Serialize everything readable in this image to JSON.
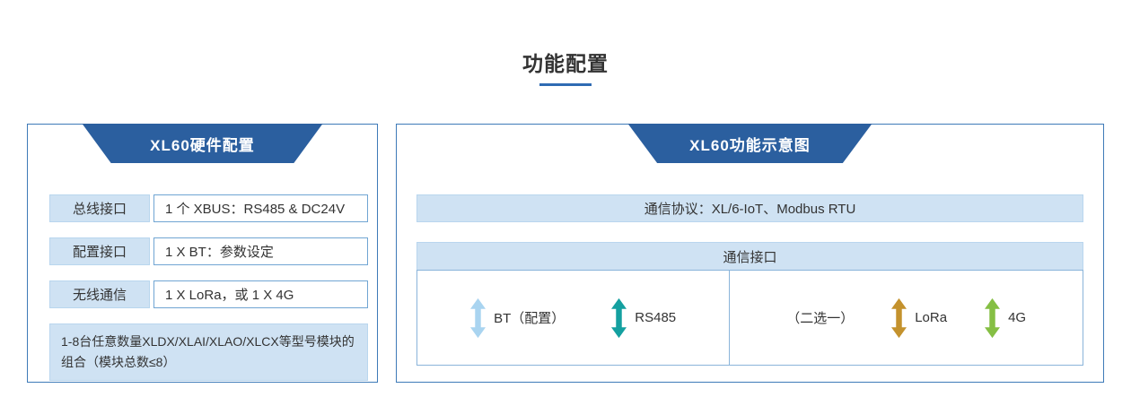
{
  "page": {
    "title": "功能配置"
  },
  "left_panel": {
    "header": "XL60硬件配置",
    "rows": [
      {
        "label": "总线接口",
        "value": "1 个 XBUS：RS485 & DC24V"
      },
      {
        "label": "配置接口",
        "value": "1 X BT：参数设定"
      },
      {
        "label": "无线通信",
        "value": "1 X LoRa，或 1 X 4G"
      }
    ],
    "note": "1-8台任意数量XLDX/XLAI/XLAO/XLCX等型号模块的组合（模块总数≤8）"
  },
  "right_panel": {
    "header": "XL60功能示意图",
    "protocol": "通信协议：XL/6-IoT、Modbus RTU",
    "interface_title": "通信接口",
    "left_items": [
      {
        "label": "BT（配置）",
        "color": "#a9d4f0"
      },
      {
        "label": "RS485",
        "color": "#14a0a0"
      }
    ],
    "choice_hint": "（二选一）",
    "right_items": [
      {
        "label": "LoRa",
        "color": "#c4922d"
      },
      {
        "label": "4G",
        "color": "#85bf44"
      }
    ]
  },
  "colors": {
    "header_bg": "#2b5f9f",
    "panel_border": "#3e7ab8",
    "light_blue_box": "#cfe2f3",
    "title_underline": "#2f6bb3"
  }
}
